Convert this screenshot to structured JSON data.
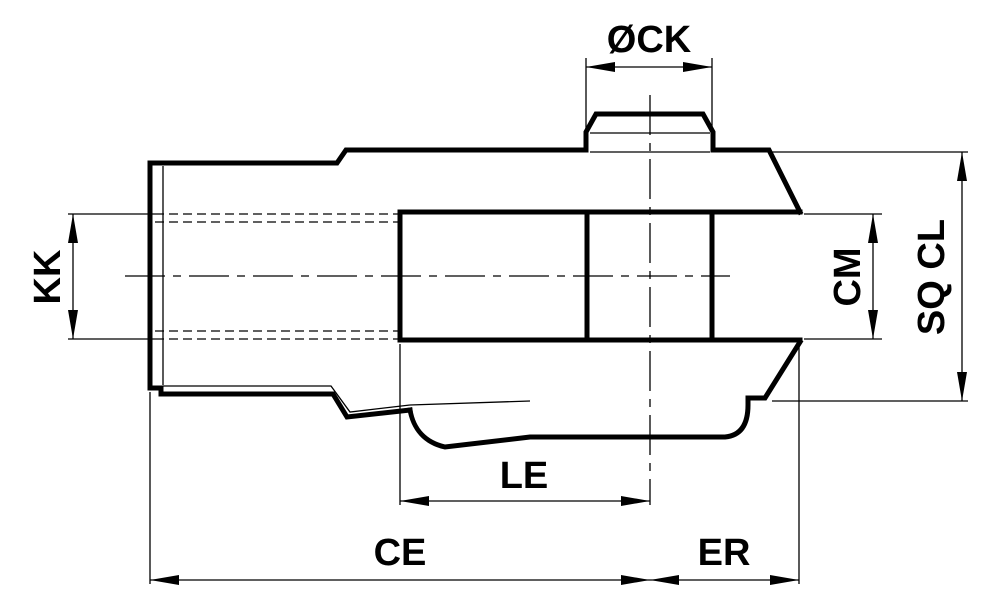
{
  "drawing": {
    "subject": "Clevis rod end, side view with dimension callouts",
    "line_color": "#000000",
    "background": "#ffffff"
  },
  "dimensions": {
    "ck": {
      "label": "ØCK",
      "orientation": "horizontal",
      "meaning": "pin bore diameter"
    },
    "kk": {
      "label": "KK",
      "orientation": "vertical",
      "meaning": "thread size"
    },
    "cm": {
      "label": "CM",
      "orientation": "vertical",
      "meaning": "slot width"
    },
    "sq_cl": {
      "label": "SQ CL",
      "orientation": "vertical",
      "meaning": "square body width"
    },
    "le": {
      "label": "LE",
      "orientation": "horizontal",
      "meaning": "slot length to pin center"
    },
    "ce": {
      "label": "CE",
      "orientation": "horizontal",
      "meaning": "overall length to pin center"
    },
    "er": {
      "label": "ER",
      "orientation": "horizontal",
      "meaning": "pin center to end"
    }
  }
}
